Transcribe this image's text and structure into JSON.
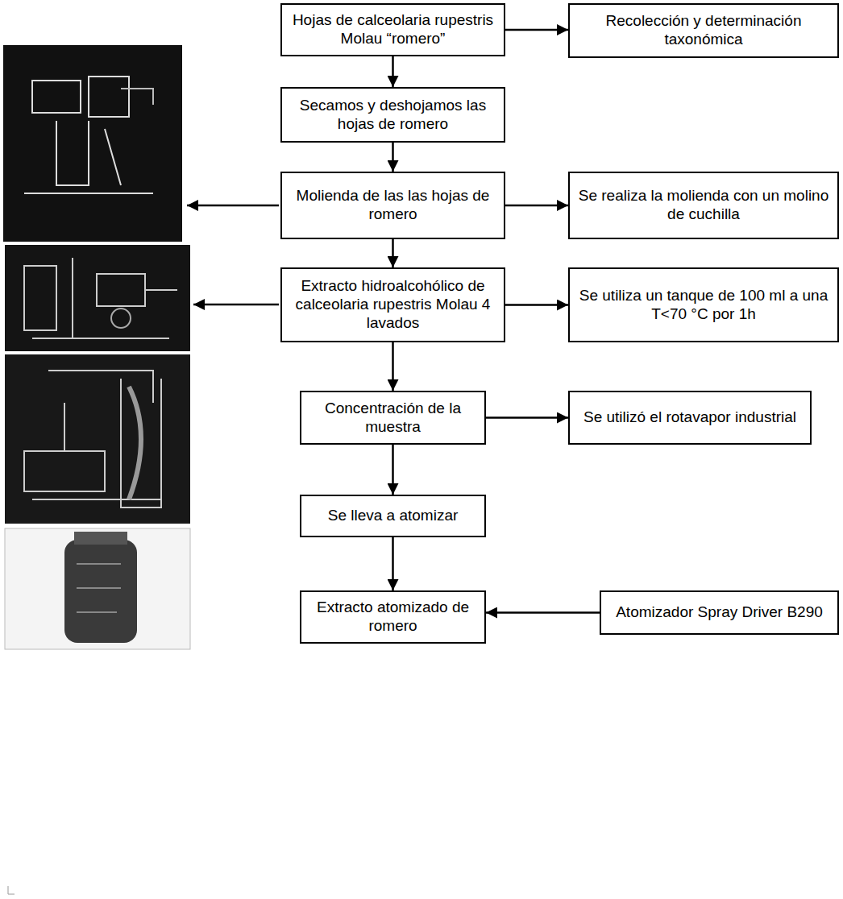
{
  "diagram": {
    "nodes": [
      {
        "text": [
          "Hojas de calceolaria rupestris Molau “romero”"
        ]
      },
      {
        "text": [
          "Recolección y determinación taxonómica"
        ]
      },
      {
        "text": [
          "Secamos y deshojamos las hojas de romero"
        ]
      },
      {
        "text": [
          "Molienda de las las hojas de romero"
        ]
      },
      {
        "text": [
          "Se realiza la molienda con un molino de cuchilla"
        ]
      },
      {
        "text": [
          "Extracto hidroalcohólico de calceolaria rupestris Molau 4 lavados"
        ]
      },
      {
        "text": [
          "Se utiliza un tanque de 100 ml a una T<70 °C por 1h"
        ]
      },
      {
        "text": [
          "Concentración de la muestra"
        ]
      },
      {
        "text": [
          "Se utilizó el rotavapor industrial"
        ]
      },
      {
        "text": [
          "Se lleva a atomizar"
        ]
      },
      {
        "text": [
          "Extracto atomizado de romero"
        ]
      },
      {
        "text": [
          "Atomizador Spray Driver B290"
        ]
      }
    ],
    "edges": [
      {
        "from": 0,
        "to": 1,
        "arrow": "to"
      },
      {
        "from": 0,
        "to": 2,
        "arrow": "to"
      },
      {
        "from": 2,
        "to": 3,
        "arrow": "to"
      },
      {
        "from": 3,
        "to": 4,
        "arrow": "to"
      },
      {
        "from": 3,
        "to": 5,
        "arrow": "to"
      },
      {
        "from": 5,
        "to": 6,
        "arrow": "to"
      },
      {
        "from": 5,
        "to": 7,
        "arrow": "to"
      },
      {
        "from": 7,
        "to": 8,
        "arrow": "to"
      },
      {
        "from": 7,
        "to": 9,
        "arrow": "to"
      },
      {
        "from": 9,
        "to": 10,
        "arrow": "to"
      },
      {
        "from": 11,
        "to": 10,
        "arrow": "to"
      }
    ]
  }
}
